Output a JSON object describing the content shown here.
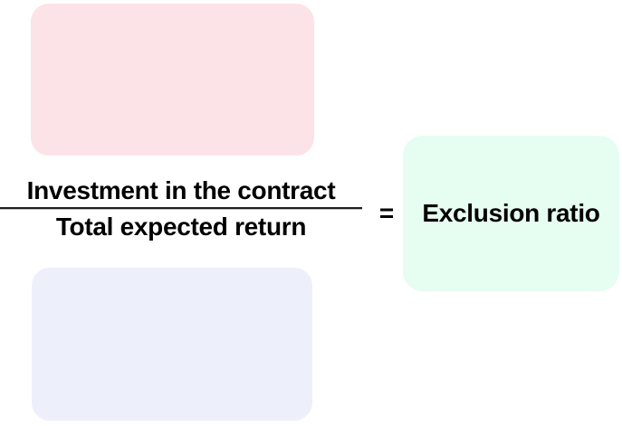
{
  "diagram": {
    "numerator": "Investment in the contract",
    "denominator": "Total expected return",
    "equals_sign": "=",
    "result": "Exclusion ratio"
  },
  "colors": {
    "numerator_box_fill": "#FBE3E8",
    "denominator_box_fill": "#EDEFFB",
    "result_box_fill": "#E6FDF1",
    "text_color": "#000000",
    "fraction_line_color": "#1F1F1F",
    "background": "#FFFFFF"
  }
}
